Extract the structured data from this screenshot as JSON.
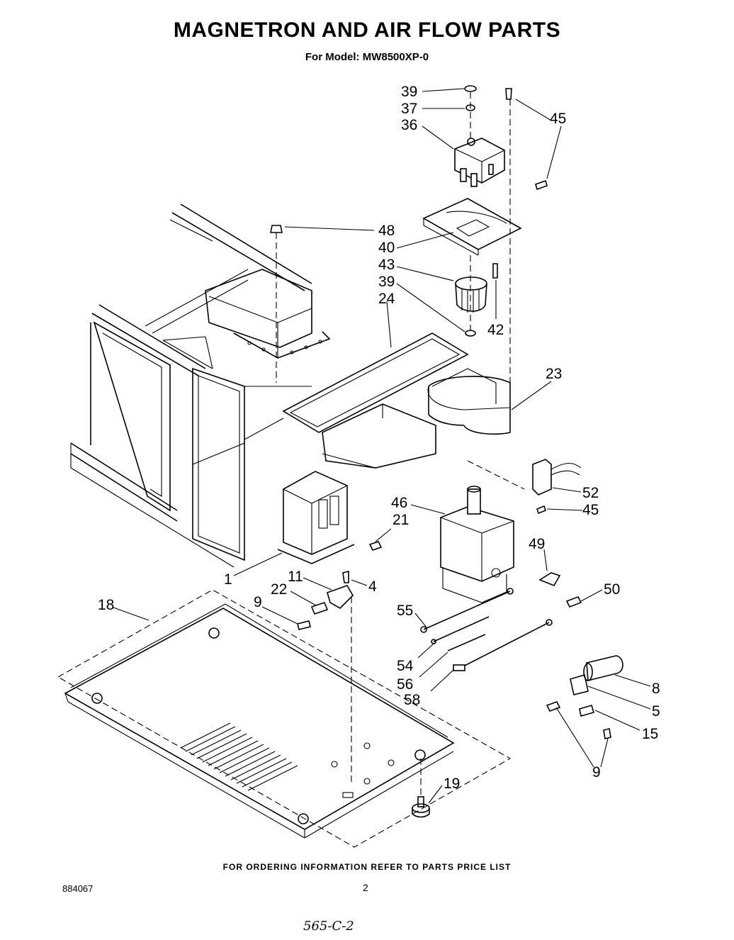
{
  "title": "MAGNETRON AND AIR FLOW PARTS",
  "subtitle": "For Model: MW8500XP-0",
  "footer_note": "FOR ORDERING INFORMATION REFER TO PARTS PRICE LIST",
  "doc_number": "884067",
  "page_number": "2",
  "handwritten_note": "565-C-2",
  "callouts": {
    "c39a": "39",
    "c37": "37",
    "c36": "36",
    "c45a": "45",
    "c48": "48",
    "c40": "40",
    "c43": "43",
    "c39b": "39",
    "c24": "24",
    "c42": "42",
    "c23": "23",
    "c52": "52",
    "c45b": "45",
    "c46": "46",
    "c21": "21",
    "c49": "49",
    "c50": "50",
    "c1": "1",
    "c11": "11",
    "c4": "4",
    "c22": "22",
    "c9a": "9",
    "c18": "18",
    "c55": "55",
    "c54": "54",
    "c56": "56",
    "c58": "58",
    "c8": "8",
    "c5": "5",
    "c15": "15",
    "c9b": "9",
    "c19": "19"
  }
}
